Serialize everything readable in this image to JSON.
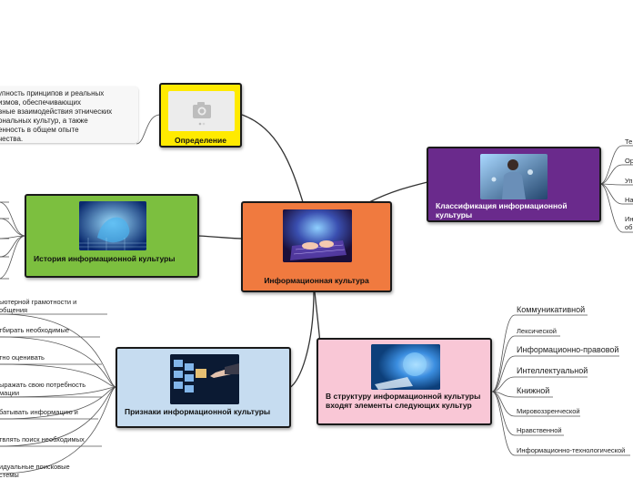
{
  "center": {
    "label": "Информационная культура"
  },
  "definition": {
    "label": "Определение",
    "text": "упность принципов и реальных\nизмов, обеспечивающих\nвные взаимодействия этнических\nональных культур, а также\nенность в общем опыте\nчества."
  },
  "history": {
    "label": "История информационной культуры",
    "leaves": [
      "",
      "",
      "",
      "",
      ""
    ]
  },
  "classification": {
    "label": "Классификация информационной культуры",
    "leaves": [
      "Те",
      "Ор",
      "Уп",
      "На",
      "Ин\nоб"
    ]
  },
  "signs": {
    "label": "Признаки информационной культуры",
    "leaves": [
      "ьютерной грамотности и\nобщения",
      "тбирать необходимые",
      "тно оценивать",
      "ыражать свою потребность\nмации",
      "батывать информацию и",
      "твлять поиск необходимых",
      "идуальные поисковые\nстемы"
    ]
  },
  "structure": {
    "label": "В структуру информационной культуры входят элементы следующих культур",
    "leaves": [
      "Коммуникативной",
      "Лексической",
      "Информационно-правовой",
      "Интеллектуальной",
      "Книжной",
      "Мировоззренческой",
      "Нравственной",
      "Информационно-технологической"
    ]
  },
  "colors": {
    "center": "#f07a3f",
    "definition": "#ffea00",
    "history": "#7cbf3f",
    "classification": "#6a2a8c",
    "signs": "#c6dcf0",
    "structure": "#f9c7d6",
    "line": "#333333"
  }
}
